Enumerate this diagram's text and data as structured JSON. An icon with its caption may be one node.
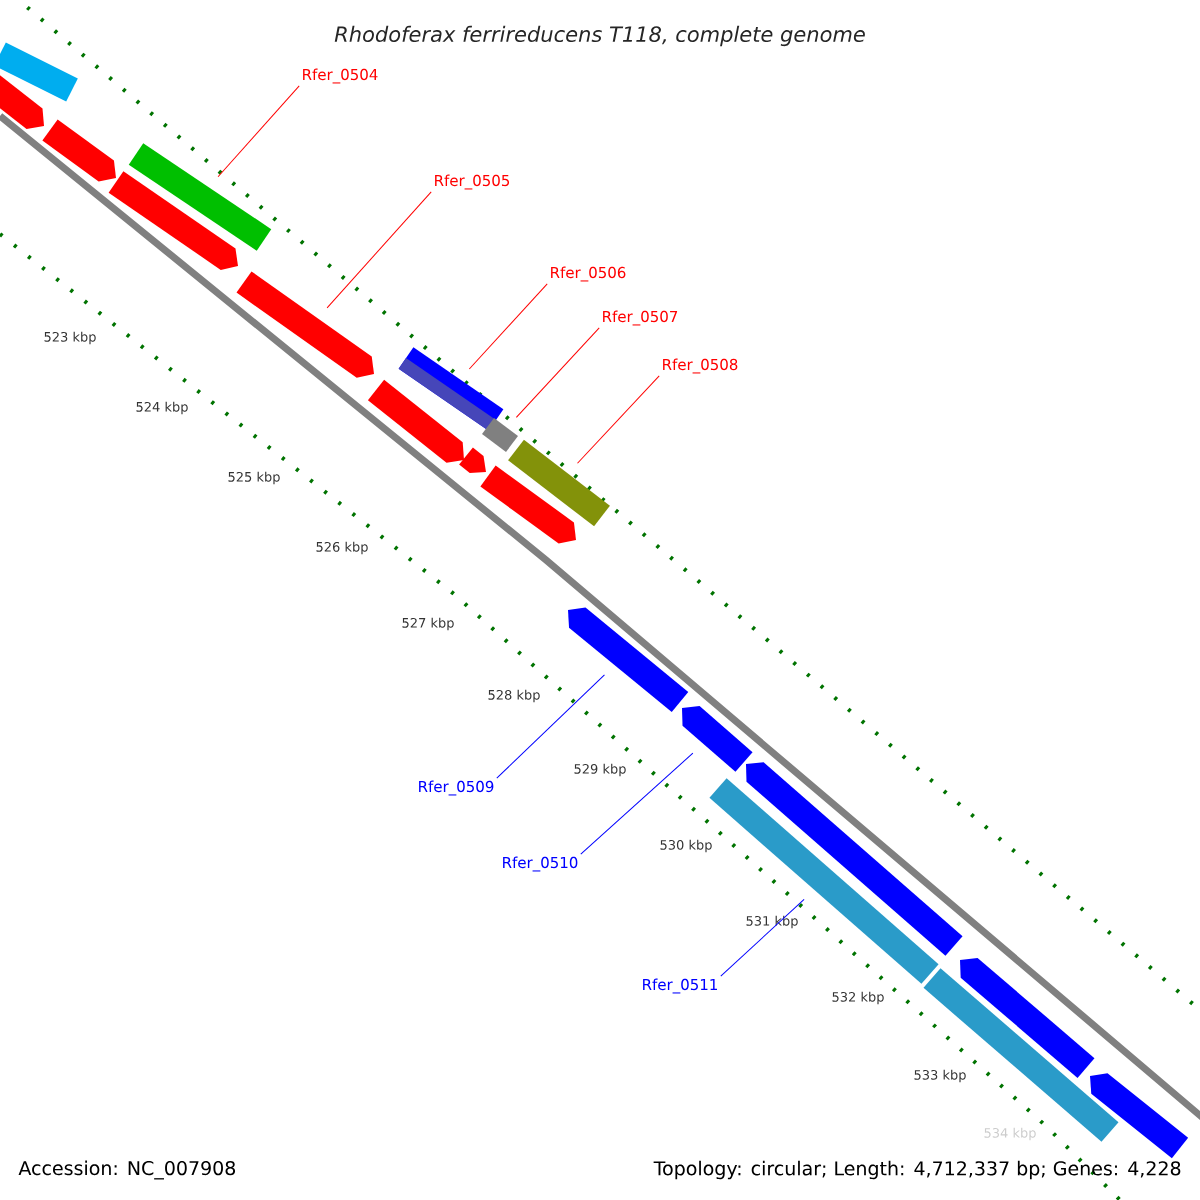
{
  "diagram": {
    "title": "*Rhodoferax ferrireducens* T118, complete genome",
    "nodes": [
      {
        "text": [
          "Rfer_0504"
        ]
      },
      {
        "text": [
          "Rfer_0505"
        ]
      },
      {
        "text": [
          "Rfer_0506"
        ]
      },
      {
        "text": [
          "Rfer_0507"
        ]
      },
      {
        "text": [
          "Rfer_0508"
        ]
      },
      {
        "text": [
          "Rfer_0509"
        ]
      },
      {
        "text": [
          "Rfer_0510"
        ]
      },
      {
        "text": [
          "Rfer_0511"
        ]
      },
      {
        "text": [],
        "shape": "bar"
      },
      {
        "text": [],
        "shape": "bar"
      },
      {
        "text": [],
        "shape": "bar"
      },
      {
        "text": [],
        "shape": "bar"
      },
      {
        "text": [],
        "shape": "bar"
      },
      {
        "text": [],
        "shape": "bar"
      },
      {
        "text": [],
        "shape": "bar"
      },
      {
        "text": [],
        "shape": "bar"
      },
      {
        "text": [],
        "shape": "bar"
      },
      {
        "text": [],
        "shape": "bar"
      },
      {
        "text": [],
        "shape": "bar"
      },
      {
        "text": [],
        "shape": "bar"
      },
      {
        "text": [],
        "shape": "bar"
      },
      {
        "text": [],
        "shape": "bar"
      },
      {
        "text": [],
        "shape": "bar"
      },
      {
        "text": [],
        "shape": "bar"
      },
      {
        "text": [],
        "shape": "bar"
      },
      {
        "text": [],
        "shape": "bar"
      },
      {
        "text": [],
        "shape": "bar"
      }
    ],
    "edges": [
      {
        "from": 0,
        "to": 10,
        "arrow": "none"
      },
      {
        "from": 1,
        "to": 14,
        "arrow": "none"
      },
      {
        "from": 2,
        "to": 13,
        "arrow": "none"
      },
      {
        "from": 3,
        "to": 15,
        "arrow": "none"
      },
      {
        "from": 4,
        "to": 17,
        "arrow": "none"
      },
      {
        "from": 5,
        "to": 20,
        "arrow": "none",
        "color": "#0000ff"
      },
      {
        "from": 6,
        "to": 21,
        "arrow": "none",
        "color": "#0000ff"
      },
      {
        "from": 7,
        "to": 23,
        "arrow": "none",
        "color": "#0000ff"
      }
    ],
    "labels": [
      "523 kbp",
      "524 kbp",
      "525 kbp",
      "526 kbp",
      "527 kbp",
      "528 kbp",
      "529 kbp",
      "530 kbp",
      "531 kbp",
      "532 kbp",
      "533 kbp",
      "534 kbp",
      "Accession: NC_007908",
      "Topology: circular; Length: 4,712,337 bp; Genes: 4,228"
    ]
  }
}
